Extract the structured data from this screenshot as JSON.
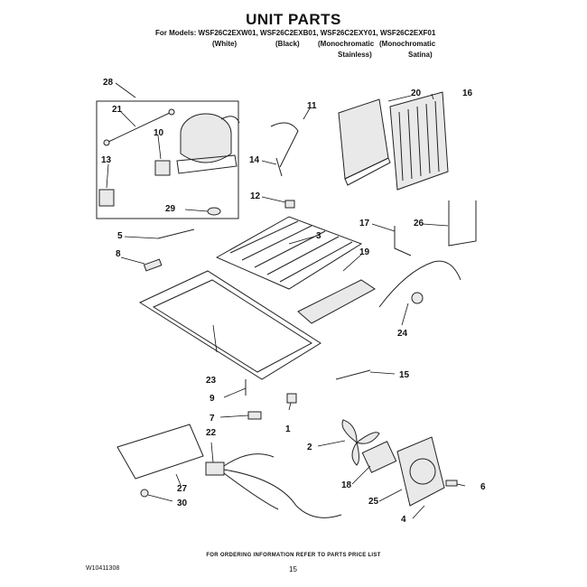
{
  "header": {
    "title": "UNIT PARTS",
    "models_line": "For Models: WSF26C2EXW01, WSF26C2EXB01, WSF26C2EXY01, WSF26C2EXF01",
    "variants": [
      {
        "label": "(White)"
      },
      {
        "label": "(Black)"
      },
      {
        "label": "(Monochromatic"
      },
      {
        "label": "(Monochromatic"
      },
      {
        "label": "Stainless)"
      },
      {
        "label": "Satina)"
      }
    ]
  },
  "callouts": {
    "c1": "1",
    "c2": "2",
    "c3": "3",
    "c4": "4",
    "c5": "5",
    "c6": "6",
    "c7": "7",
    "c8": "8",
    "c9": "9",
    "c10": "10",
    "c11": "11",
    "c12": "12",
    "c13": "13",
    "c14": "14",
    "c15": "15",
    "c16": "16",
    "c17": "17",
    "c18": "18",
    "c19": "19",
    "c20": "20",
    "c21": "21",
    "c22": "22",
    "c23": "23",
    "c24": "24",
    "c25": "25",
    "c26": "26",
    "c27": "27",
    "c28": "28",
    "c29": "29",
    "c30": "30"
  },
  "footer": {
    "note": "FOR ORDERING INFORMATION REFER TO PARTS PRICE LIST",
    "doc_id": "W10411308",
    "page": "15"
  }
}
